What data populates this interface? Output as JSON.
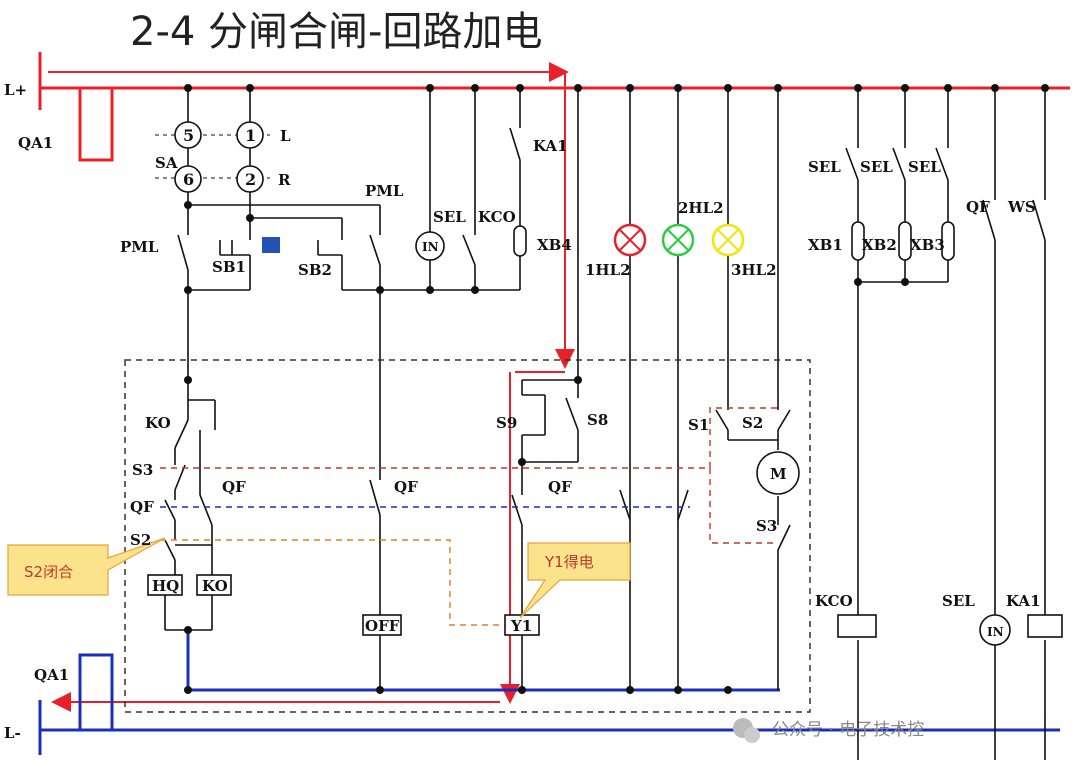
{
  "title": "2-4    分闸合闸-回路加电",
  "buses": {
    "positive": "L+",
    "negative": "L-",
    "breaker_top": "QA1",
    "breaker_bottom": "QA1"
  },
  "labels": {
    "sa": "SA",
    "sa_l": "L",
    "sa_r": "R",
    "sa_contacts": [
      "5",
      "1",
      "6",
      "2"
    ],
    "pml_left": "PML",
    "pml_right": "PML",
    "sb1": "SB1",
    "sb2": "SB2",
    "sel_top": "SEL",
    "kco_top": "KCO",
    "in_top": "IN",
    "xb4": "XB4",
    "ka1_top": "KA1",
    "hl1": "1HL2",
    "hl2": "2HL2",
    "hl3": "3HL2",
    "sel_a": "SEL",
    "sel_b": "SEL",
    "sel_c": "SEL",
    "xb1": "XB1",
    "xb2": "XB2",
    "xb3": "XB3",
    "qf_right": "QF",
    "ws": "WS",
    "ko_contact": "KO",
    "s3_left": "S3",
    "qf_left": "QF",
    "qf_left2": "QF",
    "s2_left": "S2",
    "hq": "HQ",
    "ko_coil": "KO",
    "qf_mid": "QF",
    "off": "OFF",
    "s9": "S9",
    "s8": "S8",
    "qf_y": "QF",
    "y1": "Y1",
    "s1": "S1",
    "s2_motor": "S2",
    "motor": "M",
    "s3_motor": "S3",
    "kco_coil": "KCO",
    "sel_coil": "SEL",
    "in_coil": "IN",
    "ka1_coil": "KA1"
  },
  "callouts": {
    "s2_closed": "S2闭合",
    "y1_energized": "Y1得电"
  },
  "watermark": "公众号 · 电子技术控",
  "colors": {
    "positive": "#e8202a",
    "negative": "#1a2fb8",
    "wire": "#111111",
    "lamp_red": "#e8202a",
    "lamp_green": "#2ecc40",
    "lamp_yellow": "#f2e40a",
    "callout_fill": "#fbe38c",
    "indicator": "#2553b5",
    "dash_red": "#c0392b",
    "dash_blue": "#1a2fb8",
    "dash_orange": "#e67e22"
  }
}
